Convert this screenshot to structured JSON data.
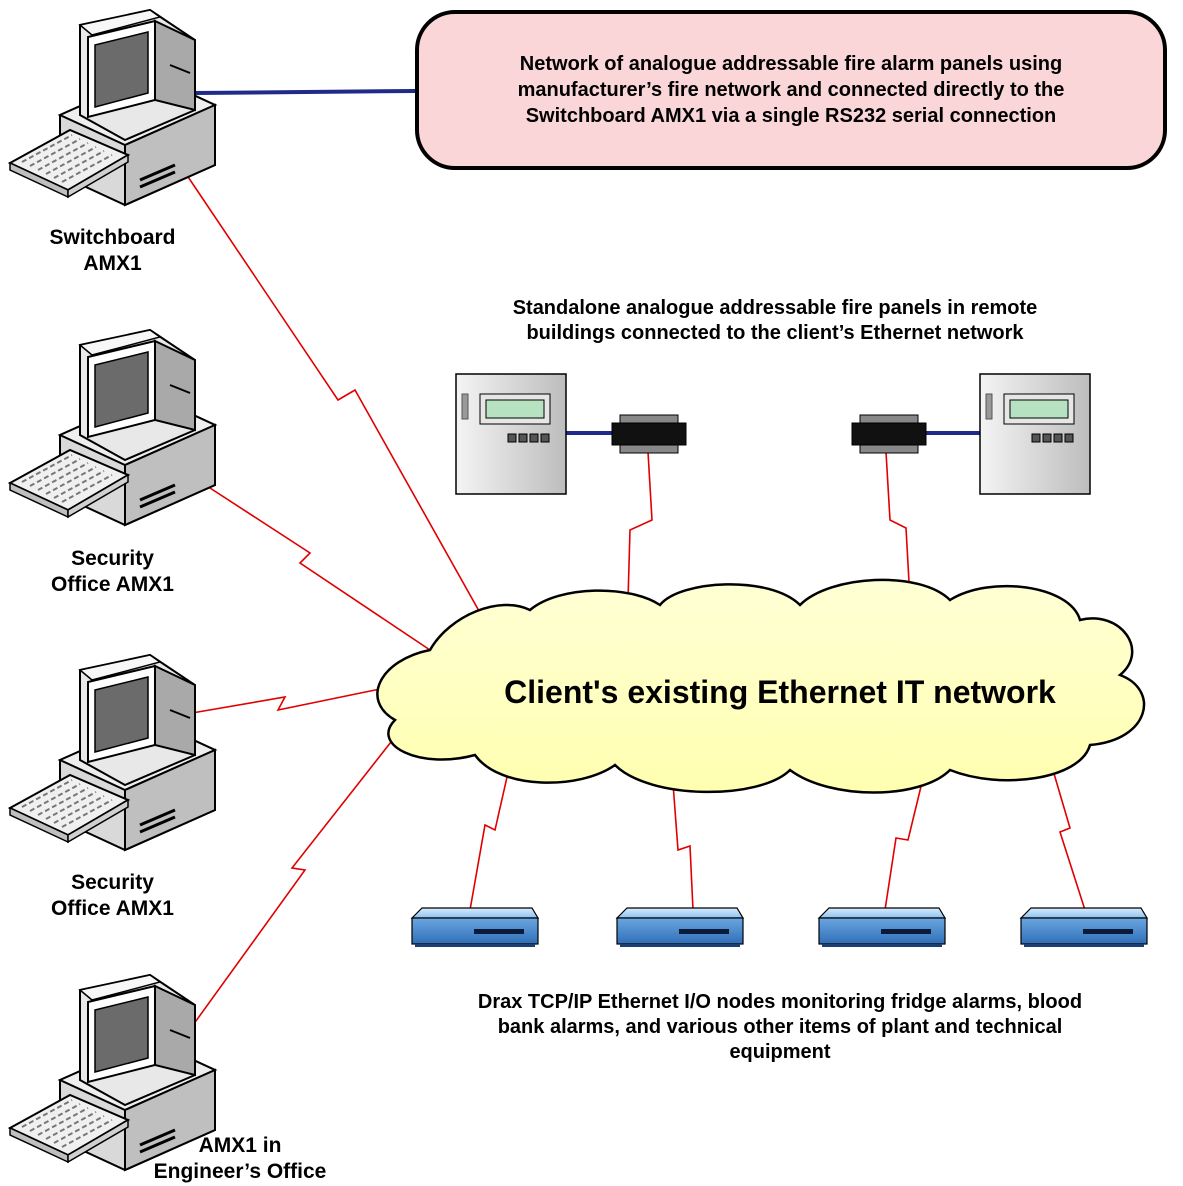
{
  "callout": {
    "text_lines": [
      "Network of analogue addressable fire alarm panels using",
      "manufacturer’s fire network and connected directly to the",
      "Switchboard AMX1 via a single RS232 serial connection"
    ]
  },
  "workstations": [
    {
      "label_lines": [
        "Switchboard",
        "AMX1"
      ]
    },
    {
      "label_lines": [
        "Security",
        "Office AMX1"
      ]
    },
    {
      "label_lines": [
        "Security",
        "Office AMX1"
      ]
    },
    {
      "label_lines": [
        "AMX1 in",
        "Engineer’s Office"
      ]
    }
  ],
  "fire_panels": {
    "caption_lines": [
      "Standalone analogue addressable fire panels in remote",
      "buildings connected to the client’s Ethernet network"
    ]
  },
  "network": {
    "label": "Client's existing Ethernet IT network"
  },
  "io_nodes": {
    "caption_lines": [
      "Drax TCP/IP Ethernet I/O nodes monitoring fridge alarms, blood",
      "bank alarms, and various other items of plant and technical",
      "equipment"
    ]
  },
  "colors": {
    "callout_fill": "#fbd6d9",
    "cloud_fill": "#ffffc4",
    "link_red": "#e00000",
    "serial_blue": "#1f2a8a",
    "node_blue": "#7fb3e6"
  }
}
